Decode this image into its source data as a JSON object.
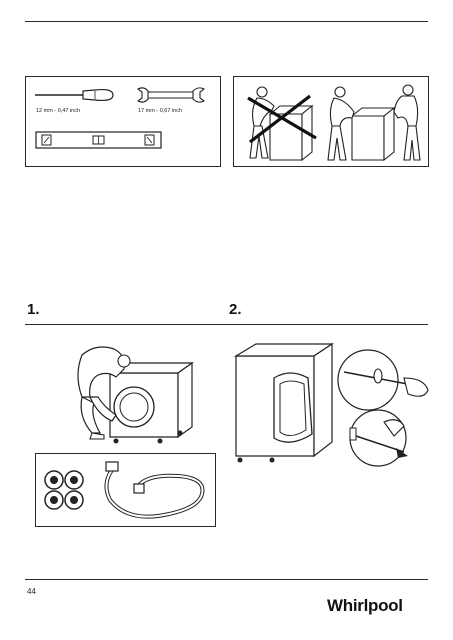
{
  "tools": {
    "screwdriver_label": "12 mm - 0,47 inch",
    "wrench_label": "17 mm - 0,67 inch",
    "icons": [
      "screwdriver-icon",
      "wrench-icon",
      "spirit-level-icon"
    ]
  },
  "steps": {
    "step1_label": "1.",
    "step2_label": "2."
  },
  "footer": {
    "page_number": "44",
    "brand": "Whirlpool"
  }
}
